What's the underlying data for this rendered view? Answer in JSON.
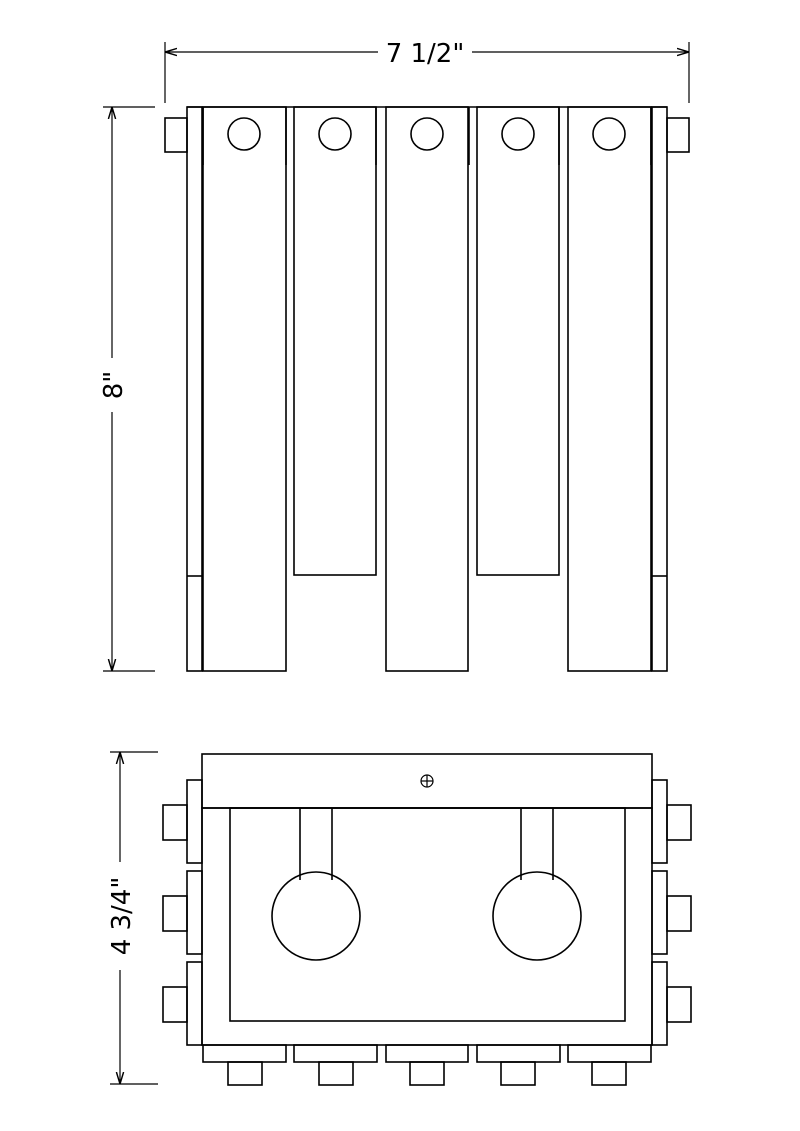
{
  "dimensions": {
    "width_label": "7 1/2\"",
    "height_label": "8\"",
    "depth_label": "4 3/4\""
  },
  "colors": {
    "line": "#000000",
    "background": "#ffffff"
  },
  "icons": {
    "mounting_screw": "screw-head-icon"
  }
}
